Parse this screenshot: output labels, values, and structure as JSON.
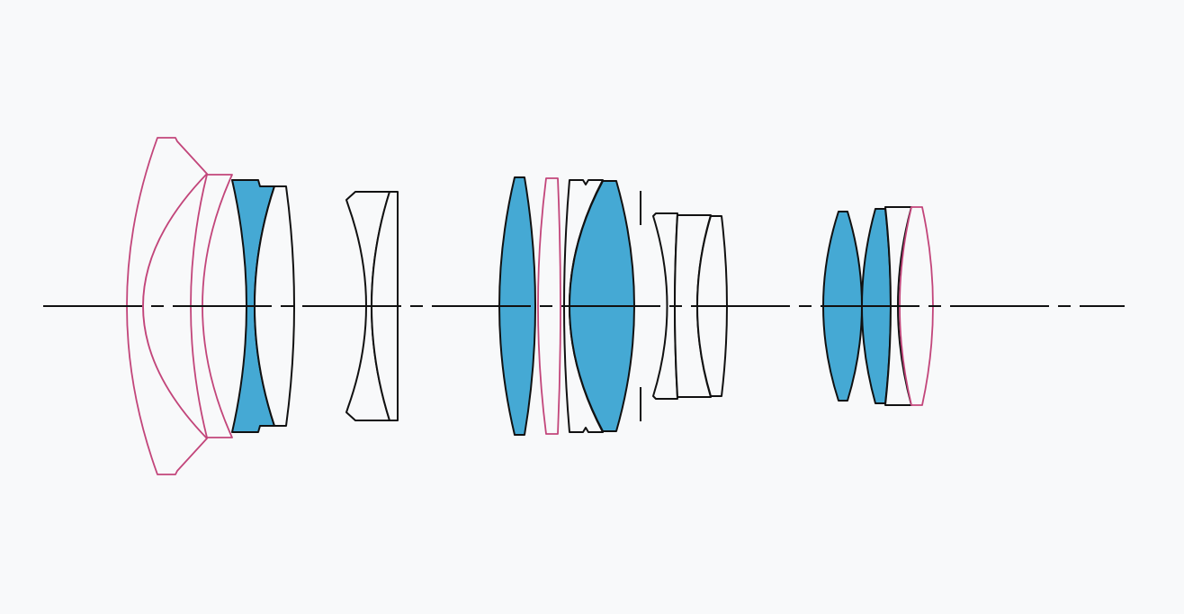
{
  "diagram": {
    "type": "lens-cross-section",
    "colors": {
      "background": "#f8f9fa",
      "special_glass_fill": "#45a9d4",
      "aspherical_outline": "#c2457a",
      "standard_outline": "#111111",
      "standard_fill": "#f8f9fa"
    },
    "elements": [
      {
        "id": 1,
        "kind": "aspherical"
      },
      {
        "id": 2,
        "kind": "aspherical"
      },
      {
        "id": 3,
        "kind": "special-dispersion"
      },
      {
        "id": 4,
        "kind": "standard"
      },
      {
        "id": 5,
        "kind": "standard"
      },
      {
        "id": 6,
        "kind": "standard"
      },
      {
        "id": 7,
        "kind": "special-dispersion"
      },
      {
        "id": 8,
        "kind": "aspherical"
      },
      {
        "id": 9,
        "kind": "standard"
      },
      {
        "id": 10,
        "kind": "special-dispersion"
      },
      {
        "id": 11,
        "kind": "standard"
      },
      {
        "id": 12,
        "kind": "standard"
      },
      {
        "id": 13,
        "kind": "standard"
      },
      {
        "id": 14,
        "kind": "special-dispersion"
      },
      {
        "id": 15,
        "kind": "special-dispersion"
      },
      {
        "id": 16,
        "kind": "standard"
      },
      {
        "id": 17,
        "kind": "aspherical"
      }
    ]
  }
}
